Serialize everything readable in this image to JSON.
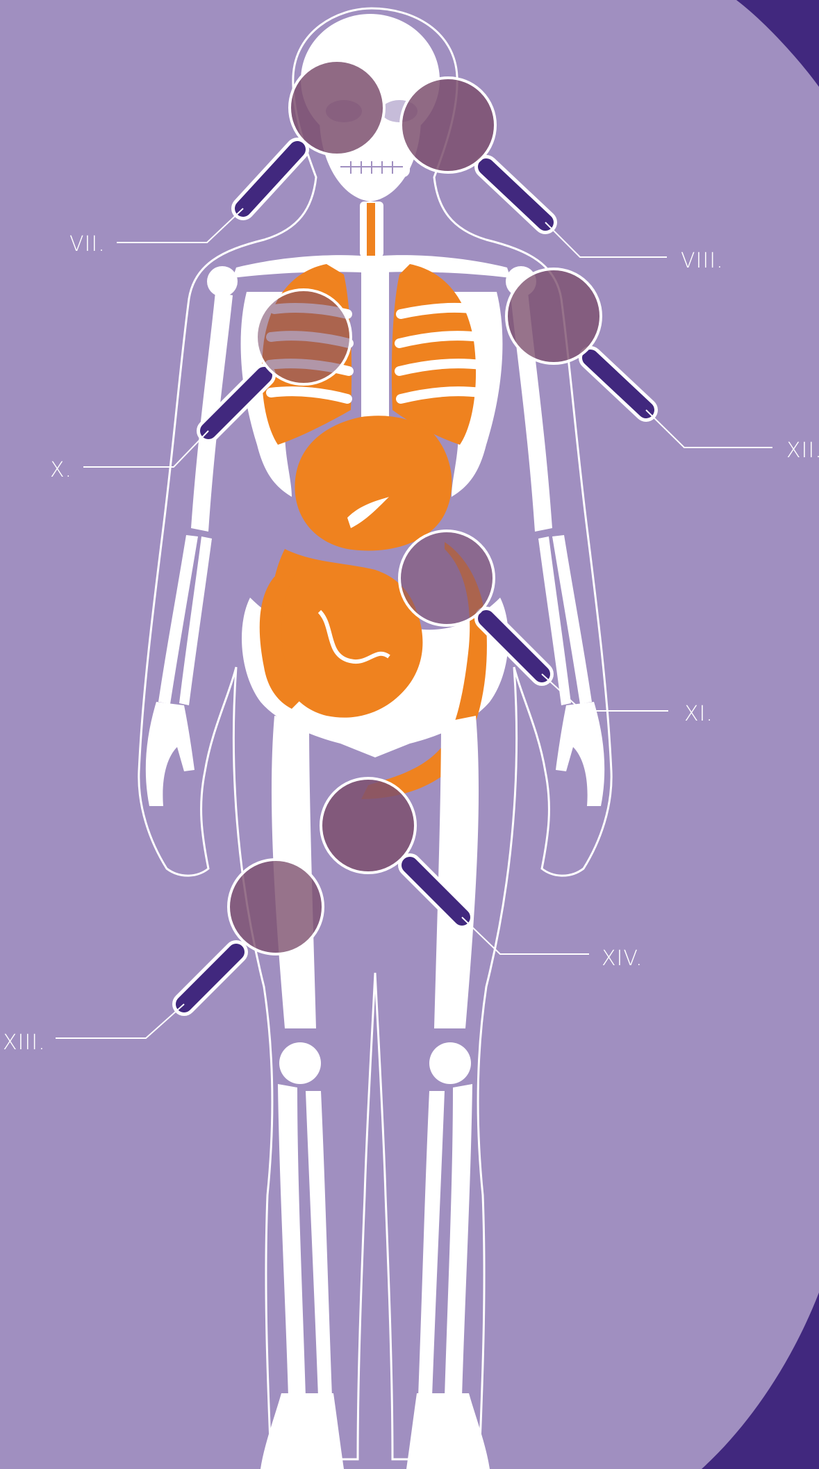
{
  "colors": {
    "background": "#a08fc0",
    "corner_accent": "#41287e",
    "bone": "#ffffff",
    "organ": "#ef821f",
    "lens": "#7d506e",
    "handle": "#41287e",
    "label": "#ffffff"
  },
  "labels": {
    "vii": "VII.",
    "viii": "VIII.",
    "x": "X.",
    "xi": "XI.",
    "xii": "XII.",
    "xiii": "XIII.",
    "xiv": "XIV."
  }
}
